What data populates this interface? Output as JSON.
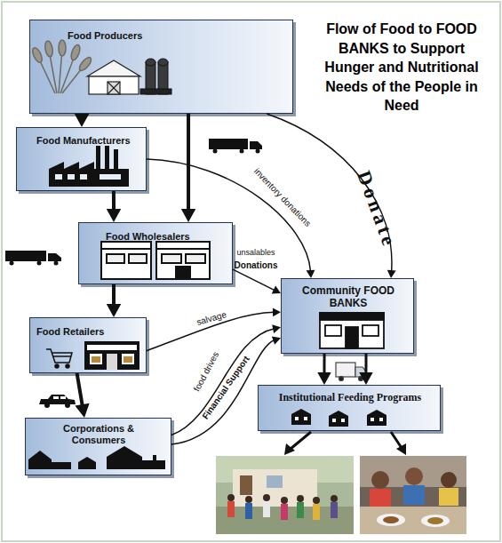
{
  "diagram": {
    "title": "Flow of Food to FOOD BANKS to Support Hunger and Nutritional Needs of the People in Need",
    "nodes": [
      {
        "text": [
          "Food Producers"
        ]
      },
      {
        "text": [
          "Food Manufacturers"
        ]
      },
      {
        "text": [
          "Food Wholesalers"
        ]
      },
      {
        "text": [
          "Community FOOD BANKS"
        ]
      },
      {
        "text": [
          "Food Retailers"
        ]
      },
      {
        "text": [
          "Institutional Feeding Programs"
        ]
      },
      {
        "text": [
          "Corporations & Consumers"
        ]
      }
    ],
    "edges": [
      {
        "from": 0,
        "to": 1,
        "arrow": "to"
      },
      {
        "from": 0,
        "to": 2,
        "arrow": "to"
      },
      {
        "from": 0,
        "to": 3,
        "label": "Donate",
        "arrow": "to"
      },
      {
        "from": 1,
        "to": 2,
        "arrow": "to"
      },
      {
        "from": 1,
        "to": 3,
        "label": "inventory donations",
        "arrow": "to"
      },
      {
        "from": 2,
        "to": 4,
        "arrow": "to"
      },
      {
        "from": 2,
        "to": 3,
        "label": "Donations",
        "arrow": "to"
      },
      {
        "from": 4,
        "to": 6,
        "arrow": "to"
      },
      {
        "from": 4,
        "to": 3,
        "label": "salvage",
        "arrow": "to"
      },
      {
        "from": 6,
        "to": 3,
        "label": "food drives",
        "arrow": "to"
      },
      {
        "from": 6,
        "to": 3,
        "label": "Financial Support",
        "arrow": "to"
      },
      {
        "from": 3,
        "to": 5,
        "arrow": "to"
      },
      {
        "from": 3,
        "to": 5,
        "arrow": "to"
      }
    ],
    "labels": [
      "unsalables"
    ]
  }
}
